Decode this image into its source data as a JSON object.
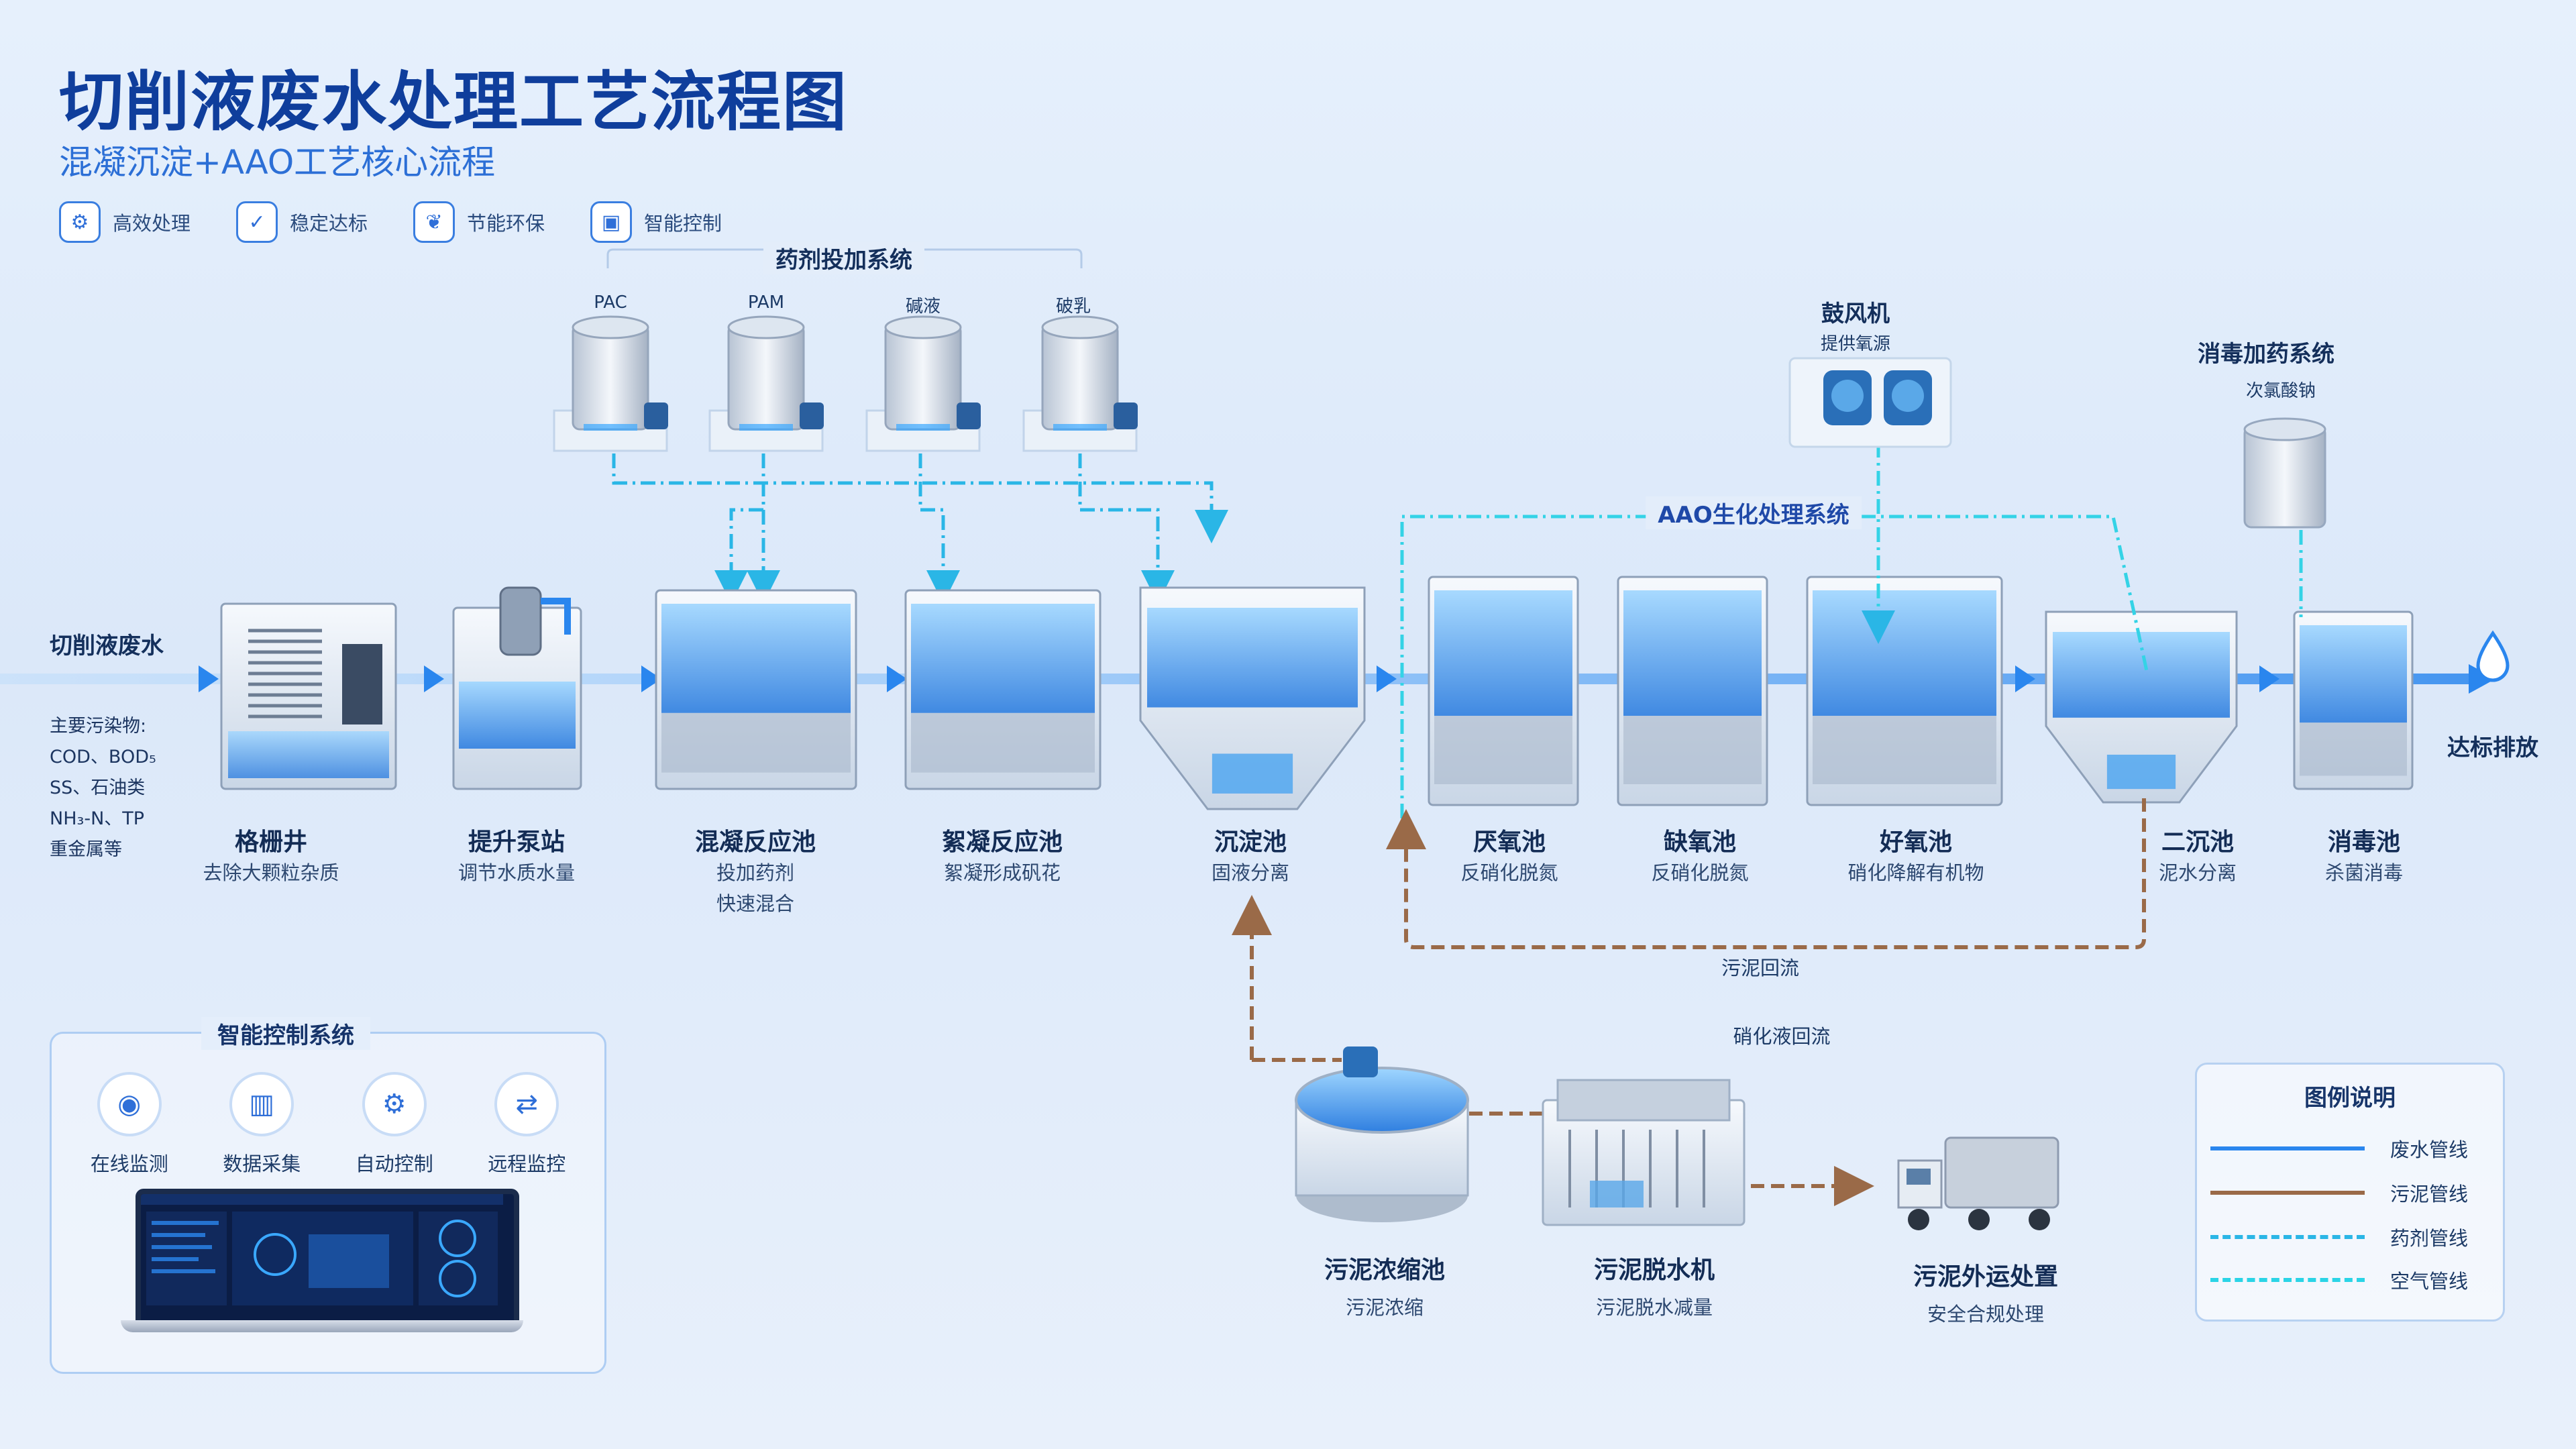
{
  "header": {
    "title": "切削液废水处理工艺流程图",
    "subtitle": "混凝沉淀+AAO工艺核心流程",
    "badges": [
      {
        "label": "高效处理",
        "icon": "hex-gear-icon"
      },
      {
        "label": "稳定达标",
        "icon": "hex-check-icon"
      },
      {
        "label": "节能环保",
        "icon": "hex-leaf-icon"
      },
      {
        "label": "智能控制",
        "icon": "hex-chip-icon"
      }
    ]
  },
  "inflow": {
    "label": "切削液废水",
    "pollutants_title": "主要污染物:",
    "pollutant_lines": [
      "COD、BOD₅",
      "SS、石油类",
      "NH₃-N、TP",
      "重金属等"
    ]
  },
  "outflow": {
    "label": "达标排放"
  },
  "chemical_system": {
    "title": "药剂投加系统",
    "tanks": [
      "PAC",
      "PAM",
      "碱液",
      "破乳"
    ]
  },
  "blower": {
    "title": "鼓风机",
    "desc": "提供氧源"
  },
  "disinfect_system": {
    "title": "消毒加药系统",
    "desc": "次氯酸钠"
  },
  "aao": {
    "title": "AAO生化处理系统"
  },
  "stages": [
    {
      "name": "格栅井",
      "desc": [
        "去除大颗粒杂质"
      ]
    },
    {
      "name": "提升泵站",
      "desc": [
        "调节水质水量"
      ]
    },
    {
      "name": "混凝反应池",
      "desc": [
        "投加药剂",
        "快速混合"
      ]
    },
    {
      "name": "絮凝反应池",
      "desc": [
        "絮凝形成矾花"
      ]
    },
    {
      "name": "沉淀池",
      "desc": [
        "固液分离"
      ]
    },
    {
      "name": "厌氧池",
      "desc": [
        "反硝化脱氮"
      ]
    },
    {
      "name": "缺氧池",
      "desc": [
        "反硝化脱氮"
      ]
    },
    {
      "name": "好氧池",
      "desc": [
        "硝化降解有机物"
      ]
    },
    {
      "name": "二沉池",
      "desc": [
        "泥水分离"
      ]
    },
    {
      "name": "消毒池",
      "desc": [
        "杀菌消毒"
      ]
    }
  ],
  "sludge": {
    "return_label": "污泥回流",
    "nitrate_return_label": "硝化液回流",
    "thickener": {
      "name": "污泥浓缩池",
      "desc": "污泥浓缩"
    },
    "dewater": {
      "name": "污泥脱水机",
      "desc": "污泥脱水减量"
    },
    "disposal": {
      "name": "污泥外运处置",
      "desc": "安全合规处理"
    }
  },
  "control_system": {
    "title": "智能控制系统",
    "items": [
      {
        "label": "在线监测",
        "icon": "monitor-icon"
      },
      {
        "label": "数据采集",
        "icon": "chart-icon"
      },
      {
        "label": "自动控制",
        "icon": "gear-icon"
      },
      {
        "label": "远程监控",
        "icon": "remote-icon"
      }
    ]
  },
  "legend": {
    "title": "图例说明",
    "items": [
      {
        "label": "废水管线",
        "color": "#2a86ee",
        "style": "solid"
      },
      {
        "label": "污泥管线",
        "color": "#9a6a48",
        "style": "solid"
      },
      {
        "label": "药剂管线",
        "color": "#2ab6e6",
        "style": "dashdot"
      },
      {
        "label": "空气管线",
        "color": "#2ad4e6",
        "style": "dashdot"
      }
    ]
  },
  "colors": {
    "water": "#2a86ee",
    "sludge": "#9a6a48",
    "chemical": "#2ab6e6",
    "air": "#34d3e6",
    "title": "#0f3e9c"
  }
}
